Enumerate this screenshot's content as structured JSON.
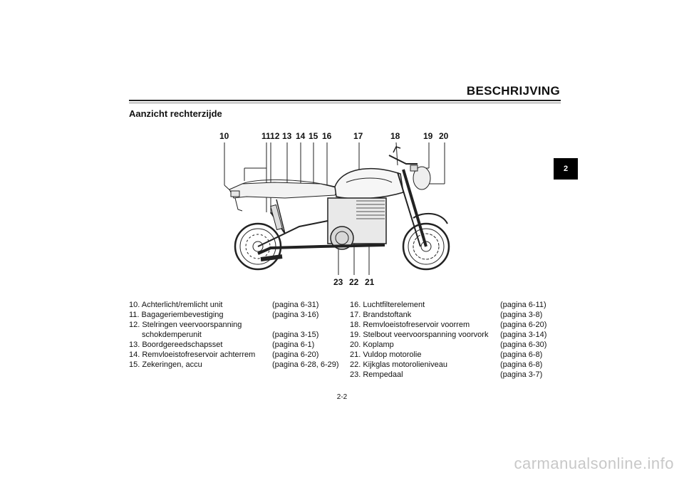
{
  "header": {
    "title": "BESCHRIJVING"
  },
  "section": {
    "title": "Aanzicht rechterzijde"
  },
  "chapter_tab": "2",
  "diagram": {
    "callouts_top": [
      "10",
      "1112",
      "13",
      "14",
      "15",
      "16",
      "17",
      "18",
      "19",
      "20"
    ],
    "callouts_bottom": [
      "23",
      "22",
      "21"
    ]
  },
  "parts_left": [
    {
      "label": "10. Achterlicht/remlicht unit",
      "page": "(pagina 6-31)"
    },
    {
      "label": "11. Bagageriembevestiging",
      "page": "(pagina 3-16)"
    },
    {
      "label": "12. Stelringen veervoorspanning",
      "page": ""
    },
    {
      "label": "schokdemperunit",
      "page": "(pagina 3-15)"
    },
    {
      "label": "13. Boordgereedschapsset",
      "page": "(pagina 6-1)"
    },
    {
      "label": "14. Remvloeistofreservoir achterrem",
      "page": "(pagina 6-20)"
    },
    {
      "label": "15. Zekeringen, accu",
      "page": "(pagina 6-28, 6-29)"
    }
  ],
  "parts_right": [
    {
      "label": "16. Luchtfilterelement",
      "page": "(pagina 6-11)"
    },
    {
      "label": "17. Brandstoftank",
      "page": "(pagina 3-8)"
    },
    {
      "label": "18. Remvloeistofreservoir voorrem",
      "page": "(pagina 6-20)"
    },
    {
      "label": "19. Stelbout veervoorspanning voorvork",
      "page": "(pagina 3-14)"
    },
    {
      "label": "20. Koplamp",
      "page": "(pagina 6-30)"
    },
    {
      "label": "21. Vuldop motorolie",
      "page": "(pagina 6-8)"
    },
    {
      "label": "22. Kijkglas motorolieniveau",
      "page": "(pagina 6-8)"
    },
    {
      "label": "23. Rempedaal",
      "page": "(pagina 3-7)"
    }
  ],
  "page_number": "2-2",
  "watermark": "carmanualsonline.info"
}
